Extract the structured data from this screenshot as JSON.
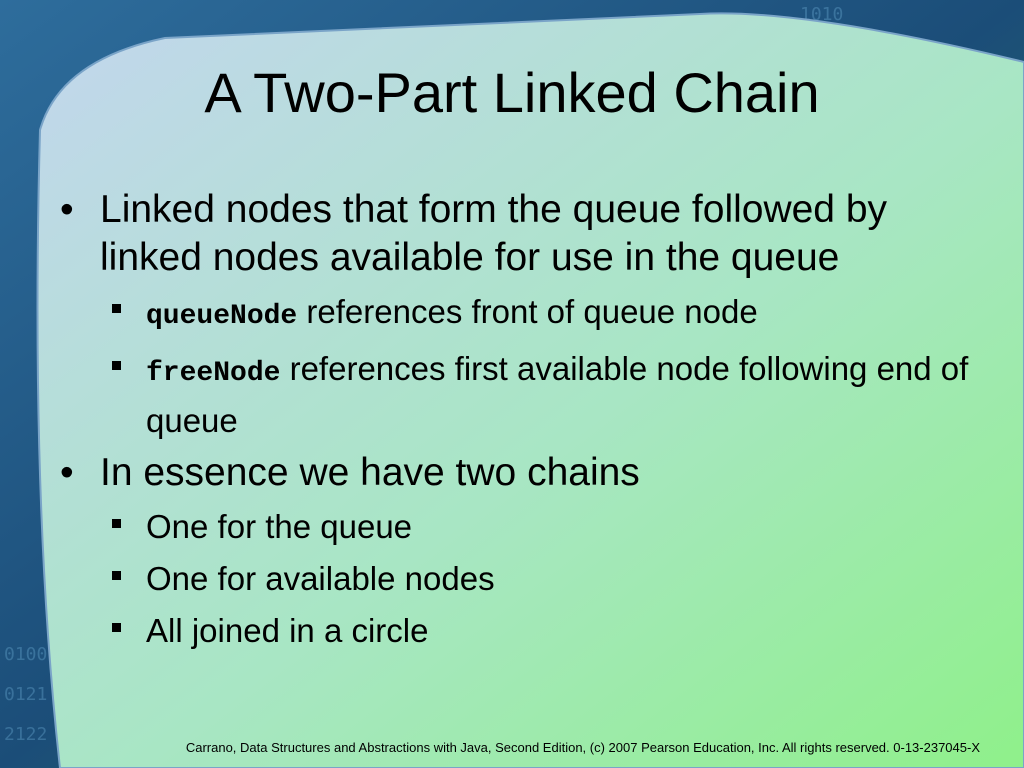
{
  "slide": {
    "title": "A Two-Part Linked Chain",
    "bullets": [
      {
        "text": "Linked nodes that form the queue followed by linked nodes available for use in the queue",
        "sub": [
          {
            "code": "queueNode",
            "text": " references front of queue node"
          },
          {
            "code": "freeNode",
            "text": " references first available node following end of queue"
          }
        ]
      },
      {
        "text": "In essence we have two chains",
        "sub": [
          {
            "code": "",
            "text": "One for the queue"
          },
          {
            "code": "",
            "text": "One for available nodes"
          },
          {
            "code": "",
            "text": "All joined in a circle"
          }
        ]
      }
    ],
    "footer": "Carrano, Data Structures and Abstractions with Java, Second Edition, (c) 2007 Pearson Education, Inc. All rights reserved. 0-13-237045-X"
  },
  "colors": {
    "panel_top": "#c6d8ea",
    "panel_bottom": "#8ff08a",
    "frame": "#1d4f7a"
  }
}
